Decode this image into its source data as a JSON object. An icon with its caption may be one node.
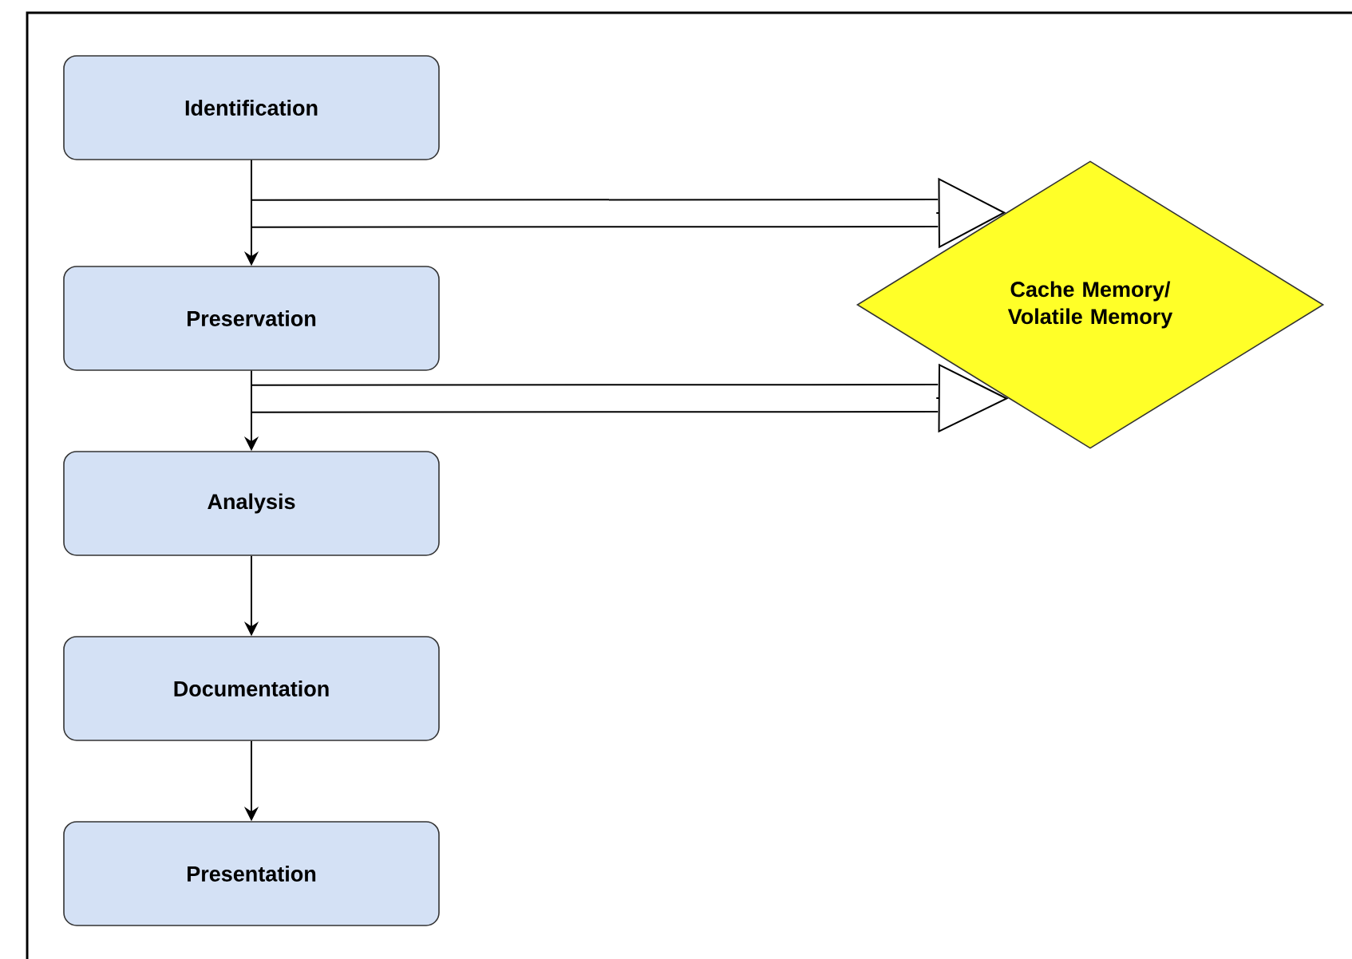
{
  "diagram": {
    "nodes": [
      {
        "text": [
          "Identification"
        ]
      },
      {
        "text": [
          "Preservation"
        ]
      },
      {
        "text": [
          "Analysis"
        ]
      },
      {
        "text": [
          "Documentation"
        ]
      },
      {
        "text": [
          "Presentation"
        ]
      },
      {
        "text": [
          "Cache Memory/ Volatile Memory"
        ]
      }
    ],
    "edges": [
      {
        "from": 0,
        "to": 1,
        "arrow": "to"
      },
      {
        "from": 1,
        "to": 2,
        "arrow": "to"
      },
      {
        "from": 2,
        "to": 3,
        "arrow": "to"
      },
      {
        "from": 3,
        "to": 4,
        "arrow": "to"
      },
      {
        "from": 0,
        "to": 5,
        "arrow": "to"
      },
      {
        "from": 1,
        "to": 5,
        "arrow": "to"
      }
    ]
  }
}
